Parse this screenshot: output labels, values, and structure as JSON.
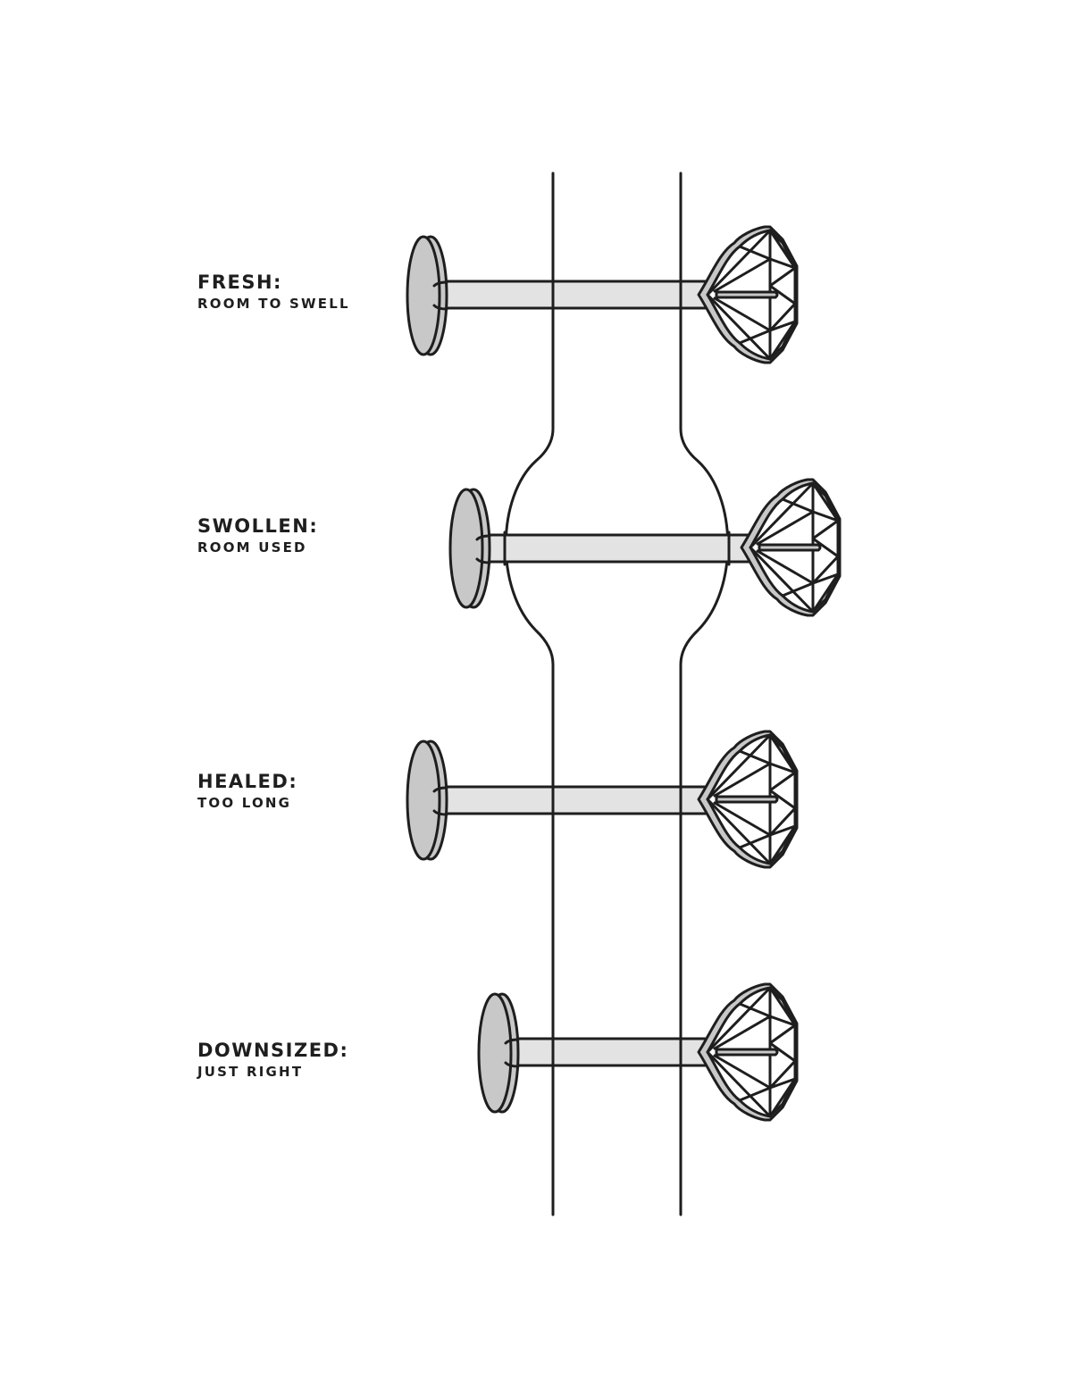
{
  "stages": [
    {
      "key": "fresh",
      "title": "FRESH:",
      "subtitle": "ROOM TO SWELL"
    },
    {
      "key": "swollen",
      "title": "SWOLLEN:",
      "subtitle": "ROOM USED"
    },
    {
      "key": "healed",
      "title": "HEALED:",
      "subtitle": "TOO LONG"
    },
    {
      "key": "downsized",
      "title": "DOWNSIZED:",
      "subtitle": "JUST RIGHT"
    }
  ],
  "colors": {
    "line": "#1e1e1e",
    "disc": "#c8c8c8",
    "post": "#e3e3e3",
    "gem_outer": "#c8c8c8",
    "gem_face": "#ffffff"
  }
}
